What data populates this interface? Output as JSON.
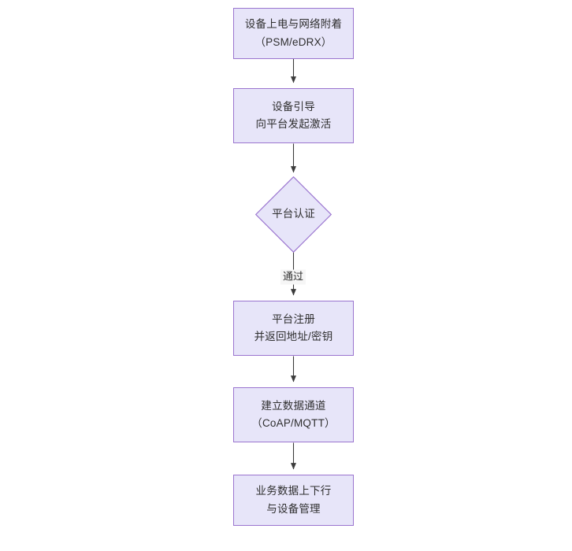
{
  "diagram": {
    "type": "flowchart",
    "orientation": "top-to-bottom",
    "background_color": "#ffffff",
    "node_fill_color": "#e7e5f9",
    "node_border_color": "#9a74cf",
    "text_color": "#2f2f2f",
    "edge_color": "#3c3c3c",
    "nodes": [
      {
        "id": "n1",
        "shape": "rectangle",
        "lines": [
          "设备上电与网络附着",
          "（PSM/eDRX）"
        ]
      },
      {
        "id": "n2",
        "shape": "rectangle",
        "lines": [
          "设备引导",
          "向平台发起激活"
        ]
      },
      {
        "id": "n3",
        "shape": "diamond",
        "lines": [
          "平台认证"
        ]
      },
      {
        "id": "n4",
        "shape": "rectangle",
        "lines": [
          "平台注册",
          "并返回地址/密钥"
        ]
      },
      {
        "id": "n5",
        "shape": "rectangle",
        "lines": [
          "建立数据通道",
          "（CoAP/MQTT）"
        ]
      },
      {
        "id": "n6",
        "shape": "rectangle",
        "lines": [
          "业务数据上下行",
          "与设备管理"
        ]
      }
    ],
    "edges": [
      {
        "id": "e1",
        "from": "n1",
        "to": "n2",
        "label": ""
      },
      {
        "id": "e2",
        "from": "n2",
        "to": "n3",
        "label": ""
      },
      {
        "id": "e3",
        "from": "n3",
        "to": "n4",
        "label": "通过"
      },
      {
        "id": "e4",
        "from": "n4",
        "to": "n5",
        "label": ""
      },
      {
        "id": "e5",
        "from": "n5",
        "to": "n6",
        "label": ""
      }
    ]
  }
}
